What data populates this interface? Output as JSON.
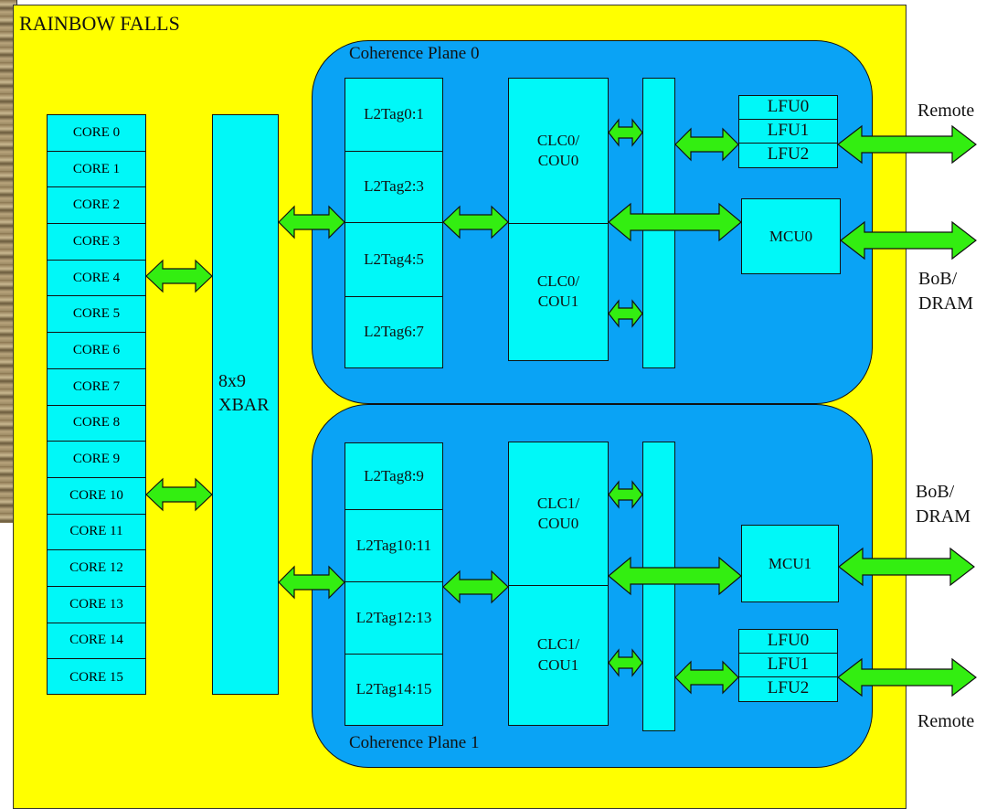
{
  "chip": {
    "title": "RAINBOW FALLS"
  },
  "cores": [
    "CORE 0",
    "CORE 1",
    "CORE 2",
    "CORE 3",
    "CORE 4",
    "CORE 5",
    "CORE 6",
    "CORE 7",
    "CORE 8",
    "CORE 9",
    "CORE 10",
    "CORE 11",
    "CORE 12",
    "CORE 13",
    "CORE 14",
    "CORE 15"
  ],
  "xbar": {
    "line1": "8x9",
    "line2": "XBAR"
  },
  "plane0": {
    "label": "Coherence Plane 0",
    "l2tags": [
      "L2Tag0:1",
      "L2Tag2:3",
      "L2Tag4:5",
      "L2Tag6:7"
    ],
    "clc": [
      {
        "line1": "CLC0/",
        "line2": "COU0"
      },
      {
        "line1": "CLC0/",
        "line2": "COU1"
      }
    ],
    "lfus": [
      "LFU0",
      "LFU1",
      "LFU2"
    ],
    "mcu": "MCU0"
  },
  "plane1": {
    "label": "Coherence Plane 1",
    "l2tags": [
      "L2Tag8:9",
      "L2Tag10:11",
      "L2Tag12:13",
      "L2Tag14:15"
    ],
    "clc": [
      {
        "line1": "CLC1/",
        "line2": "COU0"
      },
      {
        "line1": "CLC1/",
        "line2": "COU1"
      }
    ],
    "lfus": [
      "LFU0",
      "LFU1",
      "LFU2"
    ],
    "mcu": "MCU1"
  },
  "external": {
    "remote_top": "Remote",
    "bob_top_1": "BoB/",
    "bob_top_2": "DRAM",
    "bob_bottom_1": "BoB/",
    "bob_bottom_2": "DRAM",
    "remote_bottom": "Remote"
  },
  "colors": {
    "chip_background": "#ffff00",
    "plane_background": "#0aa3f5",
    "block_fill": "#00f8f8",
    "arrow_fill": "#33ee11"
  }
}
